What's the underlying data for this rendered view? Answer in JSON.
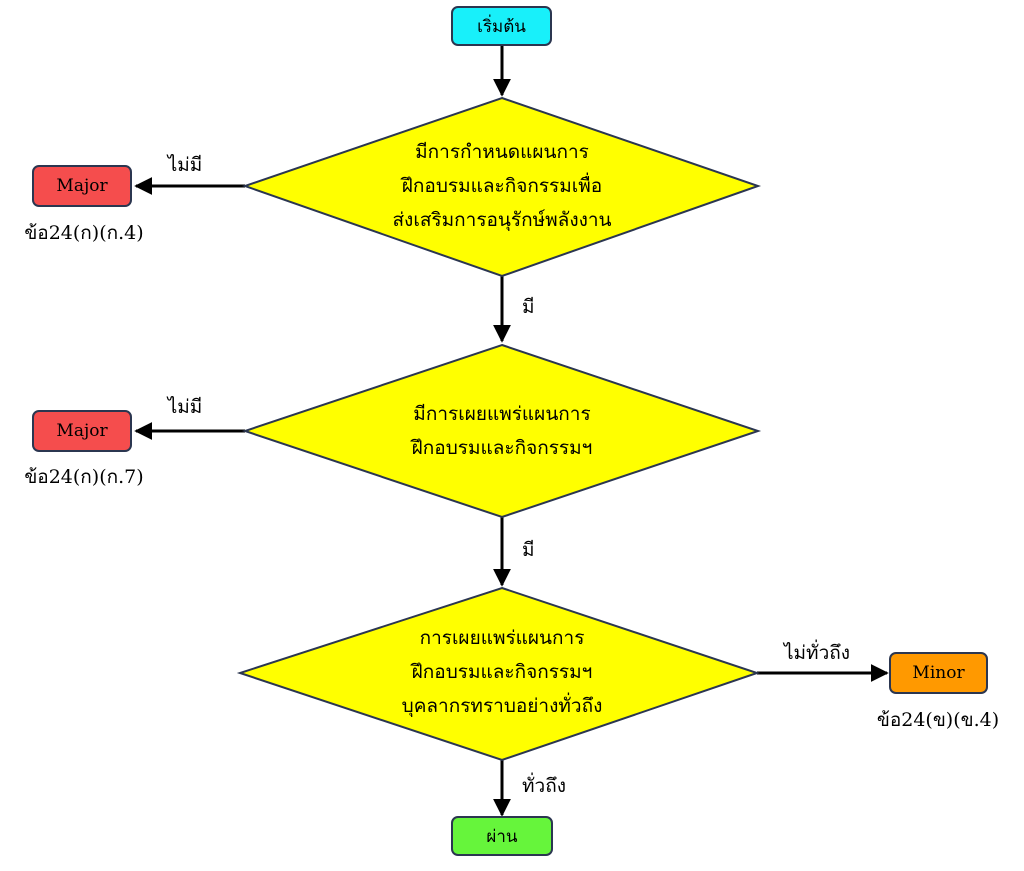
{
  "colors": {
    "start": "#18f0fa",
    "decision": "#ffff00",
    "major": "#f54d4d",
    "minor": "#ff9900",
    "pass": "#66f53b",
    "border": "#2b3650",
    "edge": "#000000"
  },
  "start": {
    "label": "เริ่มต้น"
  },
  "decision1": {
    "lines": [
      "มีการกำหนดแผนการ",
      "ฝึกอบรมและกิจกรรมเพื่อ",
      "ส่งเสริมการอนุรักษ์พลังงาน"
    ]
  },
  "decision2": {
    "lines": [
      "มีการเผยแพร่แผนการ",
      "ฝึกอบรมและกิจกรรมฯ"
    ]
  },
  "decision3": {
    "lines": [
      "การเผยแพร่แผนการ",
      "ฝึกอบรมและกิจกรรมฯ",
      "บุคลากรทราบอย่างทั่วถึง"
    ]
  },
  "outcome1": {
    "label": "Major",
    "ref": "ข้อ24(ก)(ก.4)"
  },
  "outcome2": {
    "label": "Major",
    "ref": "ข้อ24(ก)(ก.7)"
  },
  "outcome3": {
    "label": "Minor",
    "ref": "ข้อ24(ข)(ข.4)"
  },
  "pass": {
    "label": "ผ่าน"
  },
  "edges": {
    "no1": "ไม่มี",
    "yes1": "มี",
    "no2": "ไม่มี",
    "yes2": "มี",
    "not_thorough": "ไม่ทั่วถึง",
    "thorough": "ทั่วถึง"
  }
}
